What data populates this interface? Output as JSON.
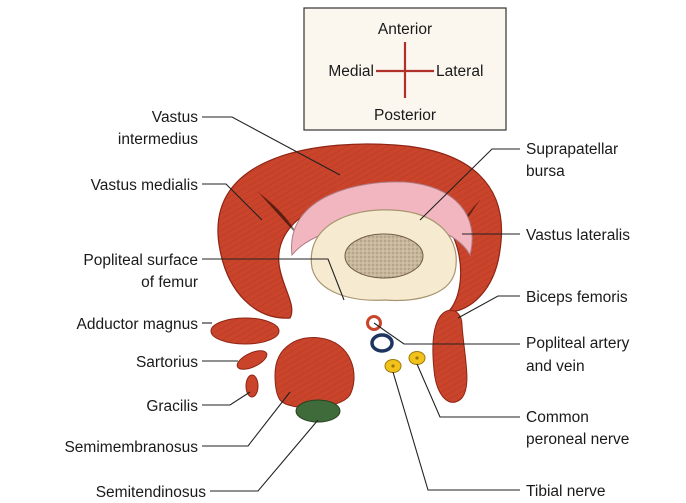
{
  "orientation": {
    "anterior": "Anterior",
    "medial": "Medial",
    "lateral": "Lateral",
    "posterior": "Posterior"
  },
  "labels": {
    "vastus_intermedius_1": "Vastus",
    "vastus_intermedius_2": "intermedius",
    "vastus_medialis": "Vastus medialis",
    "popliteal_surface_1": "Popliteal surface",
    "popliteal_surface_2": "of femur",
    "adductor_magnus": "Adductor magnus",
    "sartorius": "Sartorius",
    "gracilis": "Gracilis",
    "semimembranosus": "Semimembranosus",
    "semitendinosus": "Semitendinosus",
    "suprapatellar_1": "Suprapatellar",
    "suprapatellar_2": "bursa",
    "vastus_lateralis": "Vastus lateralis",
    "biceps_femoris": "Biceps femoris",
    "popliteal_vessels_1": "Popliteal artery",
    "popliteal_vessels_2": "and vein",
    "common_peroneal_1": "Common",
    "common_peroneal_2": "peroneal nerve",
    "tibial_nerve": "Tibial nerve"
  },
  "colors": {
    "muscle": "#c9442b",
    "muscle_dark": "#8e2414",
    "bursa": "#f2b6c0",
    "bone_cortex": "#f6ead0",
    "bone_marrow": "#c9b79c",
    "nerve": "#f2c21b",
    "artery": "#c9442b",
    "vein": "#1d3560",
    "tendon": "#3f6b3a",
    "compass_bg": "#fbf7ef",
    "compass_cross": "#b0302a"
  }
}
